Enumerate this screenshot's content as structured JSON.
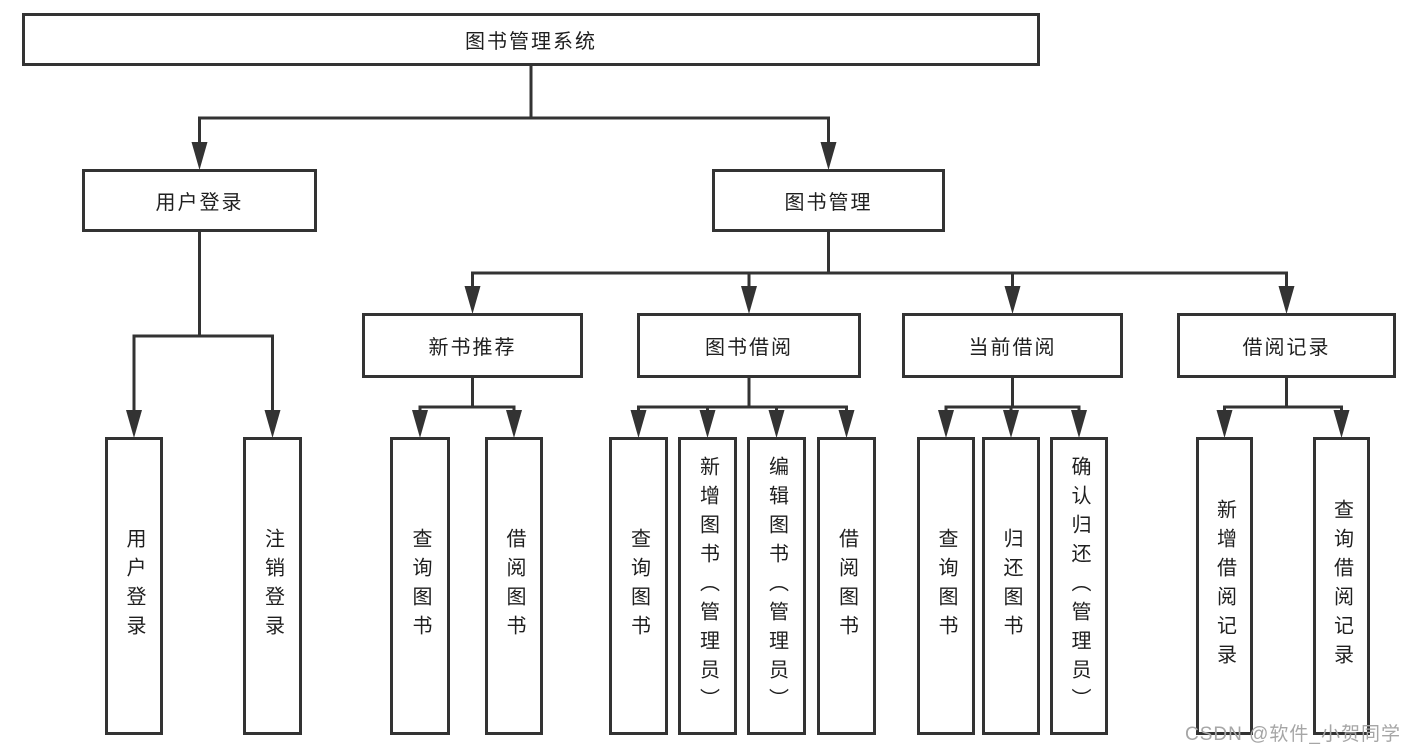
{
  "diagram_title": "图书管理系统",
  "nodes": {
    "root": {
      "label": "图书管理系统"
    },
    "user-login": {
      "label": "用户登录"
    },
    "book-management": {
      "label": "图书管理"
    },
    "new-book-recommend": {
      "label": "新书推荐"
    },
    "book-borrow": {
      "label": "图书借阅"
    },
    "current-borrow": {
      "label": "当前借阅"
    },
    "borrow-records": {
      "label": "借阅记录"
    },
    "leaf-user-login": {
      "label": "用户登录"
    },
    "leaf-logout": {
      "label": "注销登录"
    },
    "leaf-nb-query": {
      "label": "查询图书"
    },
    "leaf-nb-borrow": {
      "label": "借阅图书"
    },
    "leaf-bb-query": {
      "label": "查询图书"
    },
    "leaf-bb-add": {
      "label": "新增图书（管理员）"
    },
    "leaf-bb-edit": {
      "label": "编辑图书（管理员）"
    },
    "leaf-bb-borrow": {
      "label": "借阅图书"
    },
    "leaf-cb-query": {
      "label": "查询图书"
    },
    "leaf-cb-return": {
      "label": "归还图书"
    },
    "leaf-cb-confirm": {
      "label": "确认归还（管理员）"
    },
    "leaf-br-add": {
      "label": "新增借阅记录"
    },
    "leaf-br-query": {
      "label": "查询借阅记录"
    }
  },
  "edges": {
    "root": [
      "user-login",
      "book-management"
    ],
    "user-login": [
      "leaf-user-login",
      "leaf-logout"
    ],
    "book-management": [
      "new-book-recommend",
      "book-borrow",
      "current-borrow",
      "borrow-records"
    ],
    "new-book-recommend": [
      "leaf-nb-query",
      "leaf-nb-borrow"
    ],
    "book-borrow": [
      "leaf-bb-query",
      "leaf-bb-add",
      "leaf-bb-edit",
      "leaf-bb-borrow"
    ],
    "current-borrow": [
      "leaf-cb-query",
      "leaf-cb-return",
      "leaf-cb-confirm"
    ],
    "borrow-records": [
      "leaf-br-add",
      "leaf-br-query"
    ]
  },
  "watermark": {
    "text": "CSDN @软件_小贺同学"
  },
  "colors": {
    "line": "#333333",
    "text": "#1f1f1f",
    "background": "#ffffff",
    "watermark": "#a6a6a6"
  }
}
